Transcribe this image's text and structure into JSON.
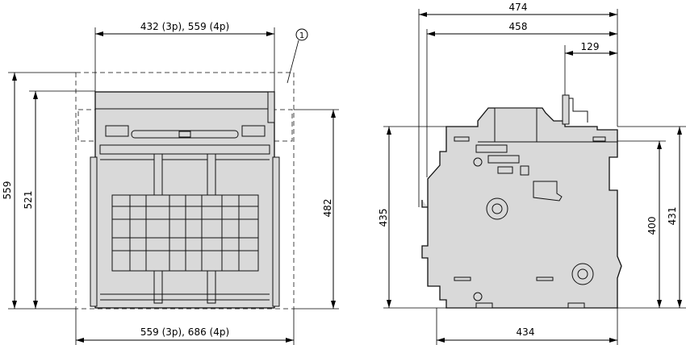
{
  "front_view": {
    "width_top_label": "432 (3p), 559 (4p)",
    "callout_label": "1",
    "height_outer_label": "559",
    "height_body_label": "521",
    "height_right_label": "482",
    "width_bottom_label": "559 (3p), 686 (4p)"
  },
  "side_view": {
    "width_474_label": "474",
    "width_458_label": "458",
    "width_129_label": "129",
    "height_435_label": "435",
    "height_400_label": "400",
    "height_431_label": "431",
    "depth_434_label": "434"
  }
}
